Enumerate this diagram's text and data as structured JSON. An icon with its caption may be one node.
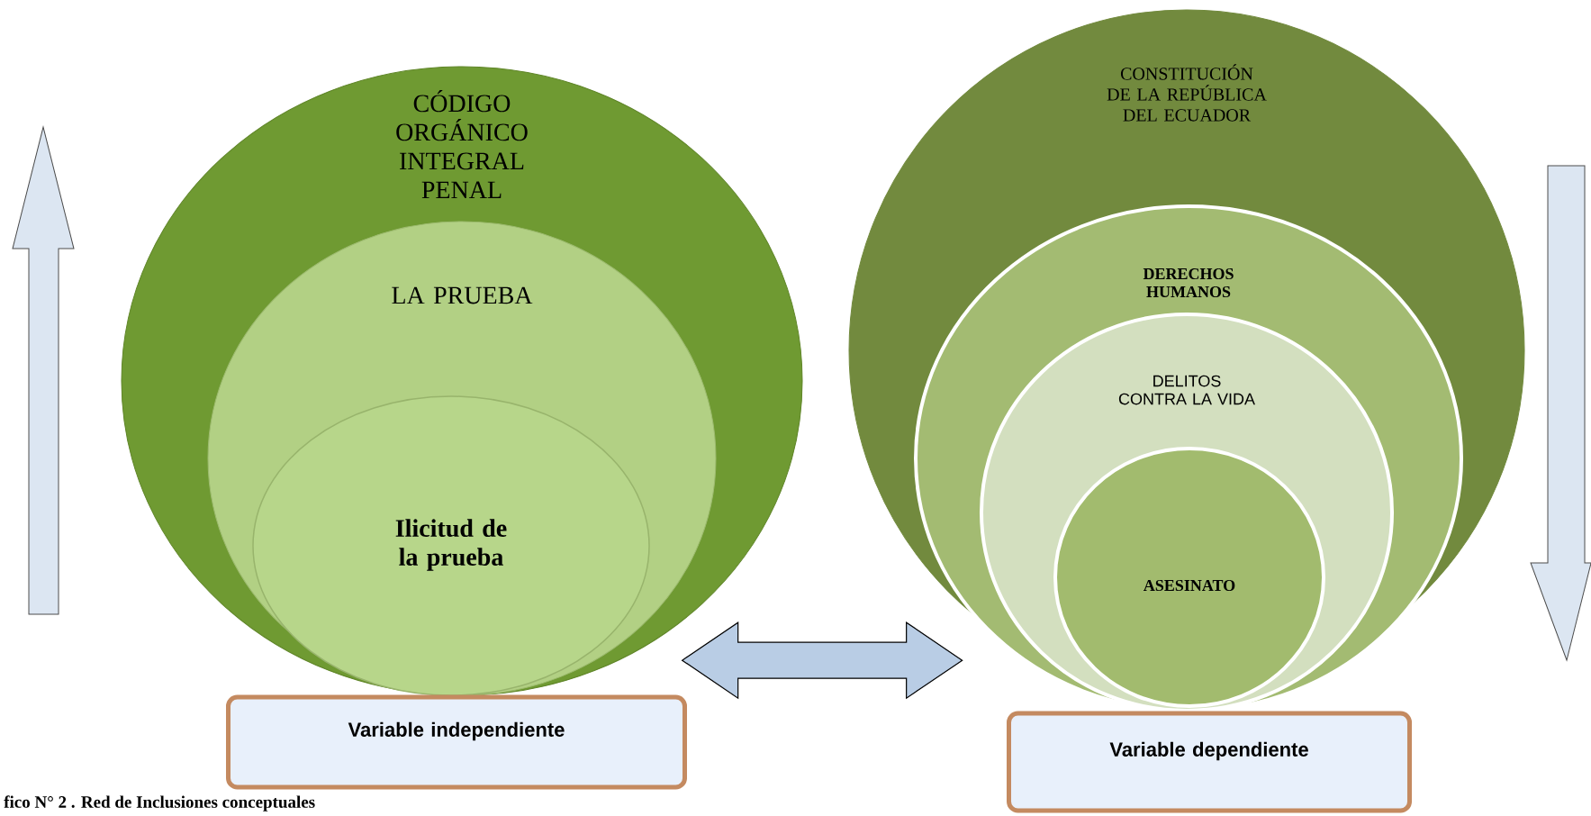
{
  "diagram": {
    "caption": "fico N° 2 . Red de Inclusiones conceptuales",
    "nodes": [
      {
        "text": [
          "CÓDIGO ORGÁNICO INTEGRAL PENAL"
        ]
      },
      {
        "text": [
          "LA PRUEBA"
        ],
        "in": 0
      },
      {
        "text": [
          "Ilicitud de la prueba"
        ],
        "in": 1
      },
      {
        "text": [
          "Variable independiente"
        ]
      },
      {
        "text": [
          "CONSTITUCIÓN DE LA REPÚBLICA DEL ECUADOR"
        ]
      },
      {
        "text": [
          "DERECHOS HUMANOS"
        ],
        "in": 4
      },
      {
        "text": [
          "DELITOS CONTRA LA VIDA"
        ],
        "in": 5
      },
      {
        "text": [
          "ASESINATO"
        ],
        "in": 6
      },
      {
        "text": [
          "Variable dependiente"
        ]
      }
    ],
    "edges": [
      {
        "from": 0,
        "to": 4,
        "arrow": "both"
      }
    ]
  }
}
